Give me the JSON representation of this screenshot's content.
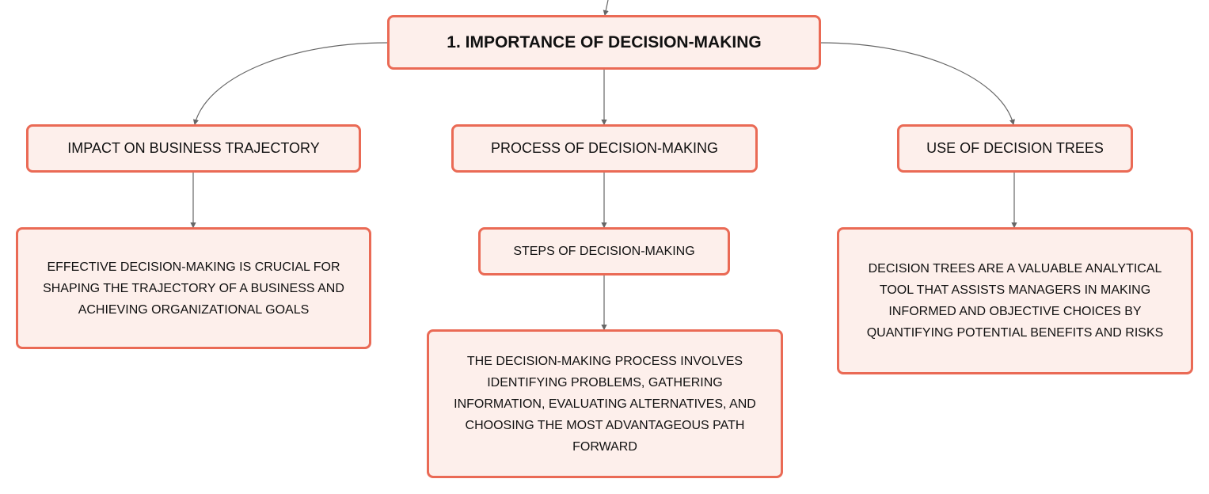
{
  "root": {
    "label": "1. IMPORTANCE OF DECISION-MAKING"
  },
  "branches": [
    {
      "label": "IMPACT ON BUSINESS TRAJECTORY",
      "detail": "EFFECTIVE DECISION-MAKING IS CRUCIAL FOR SHAPING THE TRAJECTORY OF A BUSINESS AND ACHIEVING ORGANIZATIONAL GOALS"
    },
    {
      "label": "PROCESS OF DECISION-MAKING",
      "sub": "STEPS OF DECISION-MAKING",
      "detail": "THE DECISION-MAKING PROCESS INVOLVES IDENTIFYING PROBLEMS, GATHERING INFORMATION, EVALUATING ALTERNATIVES, AND CHOOSING THE MOST ADVANTAGEOUS PATH FORWARD"
    },
    {
      "label": "USE OF DECISION TREES",
      "detail": "DECISION TREES ARE A VALUABLE ANALYTICAL TOOL THAT ASSISTS MANAGERS IN MAKING INFORMED AND OBJECTIVE CHOICES BY QUANTIFYING POTENTIAL BENEFITS AND RISKS"
    }
  ],
  "colors": {
    "border": "#ea6a55",
    "fill": "#fdefeb",
    "connector": "#666666"
  }
}
